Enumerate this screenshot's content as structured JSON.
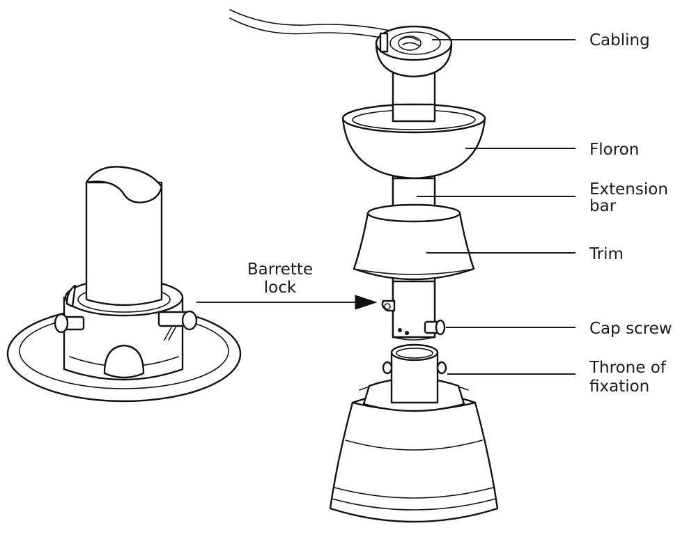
{
  "labels": {
    "cabling": "Cabling",
    "floron": "Floron",
    "extension_bar_line1": "Extension",
    "extension_bar_line2": "bar",
    "trim": "Trim",
    "cap_screw": "Cap screw",
    "throne_line1": "Throne of",
    "throne_line2": "fixation",
    "barrette_line1": "Barrette",
    "barrette_line2": "lock"
  }
}
